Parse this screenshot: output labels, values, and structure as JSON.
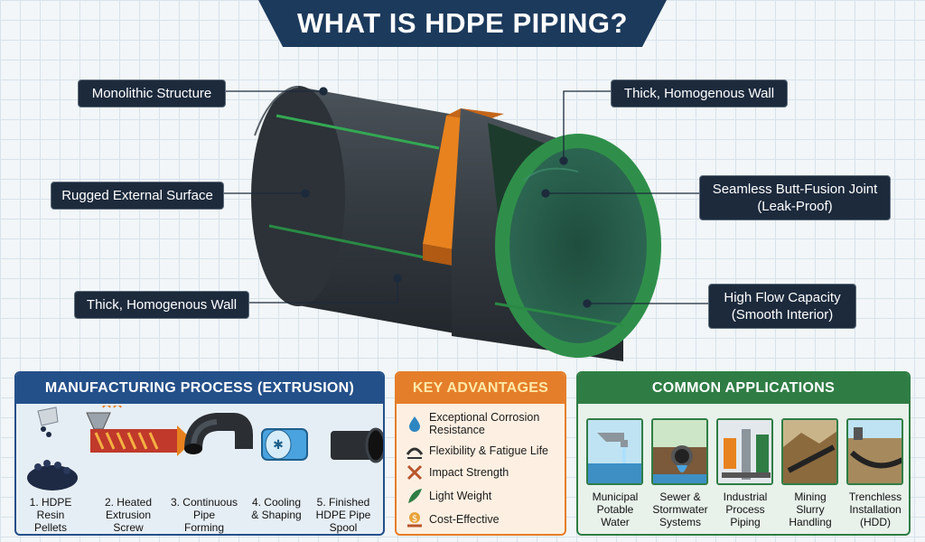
{
  "title": "WHAT IS HDPE PIPING?",
  "callouts": {
    "monolithic": "Monolithic Structure",
    "rugged": "Rugged External Surface",
    "wall_left": "Thick, Homogenous Wall",
    "wall_right": "Thick, Homogenous Wall",
    "joint": "Seamless Butt-Fusion Joint\n(Leak-Proof)",
    "flow": "High Flow Capacity\n(Smooth Interior)"
  },
  "manufacturing": {
    "title": "MANUFACTURING PROCESS (EXTRUSION)",
    "steps": [
      "1. HDPE Resin\nPellets",
      "2. Heated\nExtrusion\nScrew",
      "3. Continuous\nPipe\nForming",
      "4. Cooling\n& Shaping",
      "5. Finished\nHDPE Pipe\nSpool"
    ]
  },
  "advantages": {
    "title": "KEY ADVANTAGES",
    "items": [
      {
        "label": "Exceptional Corrosion\nResistance",
        "icon": "water-drop-icon"
      },
      {
        "label": "Flexibility & Fatigue Life",
        "icon": "flex-pipe-icon"
      },
      {
        "label": "Impact Strength",
        "icon": "hammer-wrench-icon"
      },
      {
        "label": "Light Weight",
        "icon": "feather-icon"
      },
      {
        "label": "Cost-Effective",
        "icon": "dollar-hand-icon"
      }
    ]
  },
  "applications": {
    "title": "COMMON APPLICATIONS",
    "items": [
      "Municipal\nPotable\nWater",
      "Sewer &\nStormwater\nSystems",
      "Industrial\nProcess\nPiping",
      "Mining\nSlurry\nHandling",
      "Trenchless\nInstallation\n(HDD)"
    ]
  },
  "colors": {
    "navy": "#1c3a5c",
    "pipe_dark": "#3b4248",
    "pipe_green": "#2f8f4a",
    "fusion_orange": "#e8821e"
  }
}
